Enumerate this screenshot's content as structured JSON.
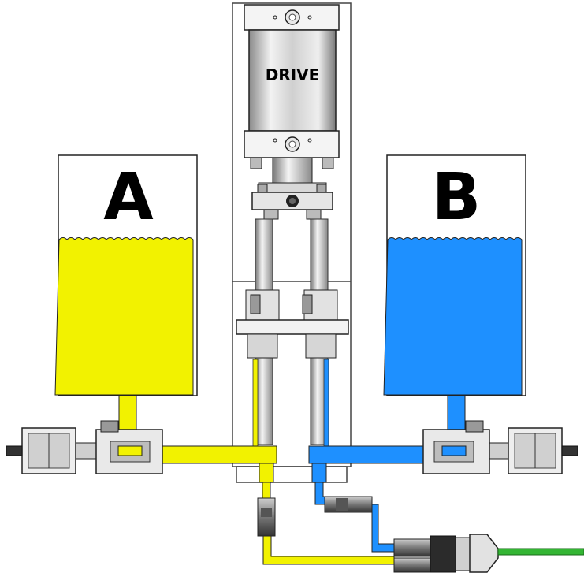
{
  "diagram": {
    "drive_label": "DRIVE",
    "tank_a_label": "A",
    "tank_b_label": "B"
  },
  "colors": {
    "material_a": "#f2f200",
    "material_b": "#1e90ff",
    "output_hose": "#33b533",
    "outline": "#111111",
    "metal_light": "#e6e6e6",
    "metal_mid": "#a9a9a9",
    "metal_dark": "#4a4a4a"
  },
  "icons": [
    "valve-icon",
    "fluid-hose-icon",
    "static-mixer-icon"
  ]
}
